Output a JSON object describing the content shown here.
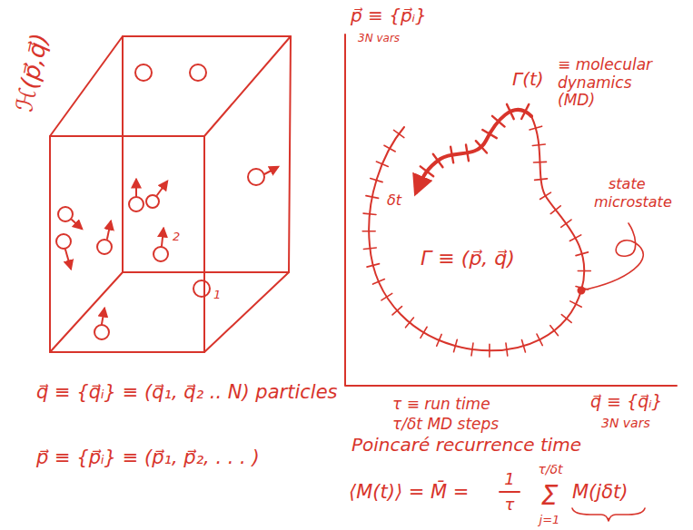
{
  "diagram": {
    "labels": [
      "ℋ(p⃗,q⃗)",
      "2",
      "1",
      "q⃗ ≡ {q⃗ᵢ} ≡ (q⃗₁, q⃗₂ .. N) particles",
      "p⃗ ≡ {p⃗ᵢ} ≡ (p⃗₁, p⃗₂, . . . )",
      "p⃗ ≡ {p⃗ᵢ}",
      "3N vars",
      "Γ(t)",
      "≡ molecular dynamics (MD)",
      "δt",
      "Γ ≡ (p⃗, q⃗)",
      "state",
      "microstate",
      "τ ≡ run time",
      "τ/δt MD steps",
      "q⃗ ≡ {q⃗ᵢ}",
      "3N vars",
      "Poincaré recurrence time",
      "⟨M(t)⟩ = M̄ =",
      "1",
      "τ",
      "Σ",
      "τ/δt",
      "j=1",
      "M(jδt)"
    ]
  }
}
